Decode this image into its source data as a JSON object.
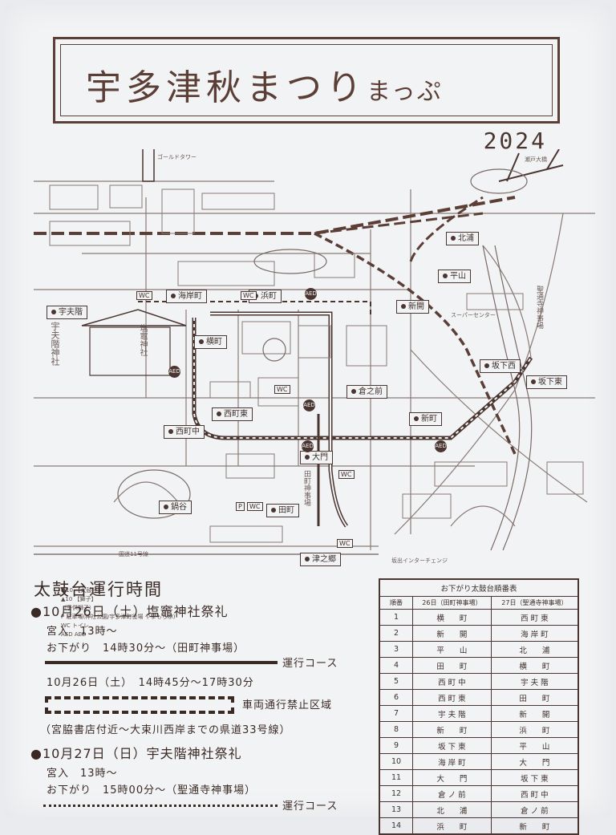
{
  "title": "宇多津秋まつり",
  "title_suffix": "まっぷ",
  "year": "2024",
  "map_labels": {
    "uchinozaka": "宇夫階",
    "kaiganmachi": "海岸町",
    "hamamachi": "浜町",
    "yokomachi": "横町",
    "kitaura": "北浦",
    "hirayama": "平山",
    "shinmachi_top": "新開",
    "sakashitanishi": "坂下西",
    "sakashitahigashi": "坂下東",
    "kuranomae": "倉之前",
    "nishimachihigashi": "西町東",
    "nishimachinaka": "西町中",
    "shinmachi": "新町",
    "daimon": "大門",
    "tamachi": "田町",
    "nabetani": "鍋谷",
    "tsunogo": "津之郷",
    "shrine_left": "宇夫階神社",
    "shrine_small": "塩竈神社",
    "tamachi_jigyo": "田町神事場",
    "shotsuji_jigyo": "聖通寺神事場"
  },
  "small_labels": {
    "goldtower": "ゴールドタワー",
    "setoohashi": "瀬戸大橋",
    "supercenter": "スーパーセンター",
    "route": "国道11号線",
    "ic": "坂出インターチェンジ"
  },
  "legend": {
    "l1": "●10 【太鼓台】",
    "l2": "▲10 【獅子】",
    "l3": "（子供獅子）",
    "l4": "P 駐車場(神社公園/宇多津町役場 やまもらぶ)",
    "l5": "WC トイレ",
    "l6": "AED AED"
  },
  "markers": {
    "wc": "WC",
    "aed": "AED",
    "p": "P"
  },
  "schedule": {
    "heading": "太鼓台運行時間",
    "day1": "●10月26日（土）塩竈神社祭礼",
    "day1_miyairi": "宮入　13時～",
    "day1_oshisagari": "お下がり　14時30分～（田町神事場）",
    "course_label": "運行コース",
    "period": "10月26日（土）　14時45分～17時30分",
    "closed_label": "車両通行禁止区域",
    "closed_area": "（宮脇書店付近～大束川西岸までの県道33号線）",
    "day2": "●10月27日（日）宇夫階神社祭礼",
    "day2_miyairi": "宮入　13時～",
    "day2_oshisagari": "お下がり　15時00分～（聖通寺神事場）",
    "course_label2": "運行コース"
  },
  "order_table": {
    "title": "お下がり太鼓台順番表",
    "col_no": "順番",
    "col_26": "26日（田町神事場）",
    "col_27": "27日（聖通寺神事場）",
    "rows": [
      [
        "1",
        "横　　町",
        "西 町 東"
      ],
      [
        "2",
        "新　　開",
        "海 岸 町"
      ],
      [
        "3",
        "平　　山",
        "北　　浦"
      ],
      [
        "4",
        "田　　町",
        "横　　町"
      ],
      [
        "5",
        "西 町 中",
        "宇 夫 階"
      ],
      [
        "6",
        "西 町 東",
        "田　　町"
      ],
      [
        "7",
        "宇 夫 階",
        "新　　開"
      ],
      [
        "8",
        "新　　町",
        "浜　　町"
      ],
      [
        "9",
        "坂 下 東",
        "平　　山"
      ],
      [
        "10",
        "海 岸 町",
        "大　　門"
      ],
      [
        "11",
        "大　　門",
        "坂 下 東"
      ],
      [
        "12",
        "倉 ノ 前",
        "西 町 中"
      ],
      [
        "13",
        "北　　浦",
        "倉 ノ 前"
      ],
      [
        "14",
        "浜　　町",
        "新　　町"
      ]
    ]
  },
  "colors": {
    "ink": "#4a3530",
    "paper": "#f2f3f5",
    "frame": "#5b3f36"
  }
}
